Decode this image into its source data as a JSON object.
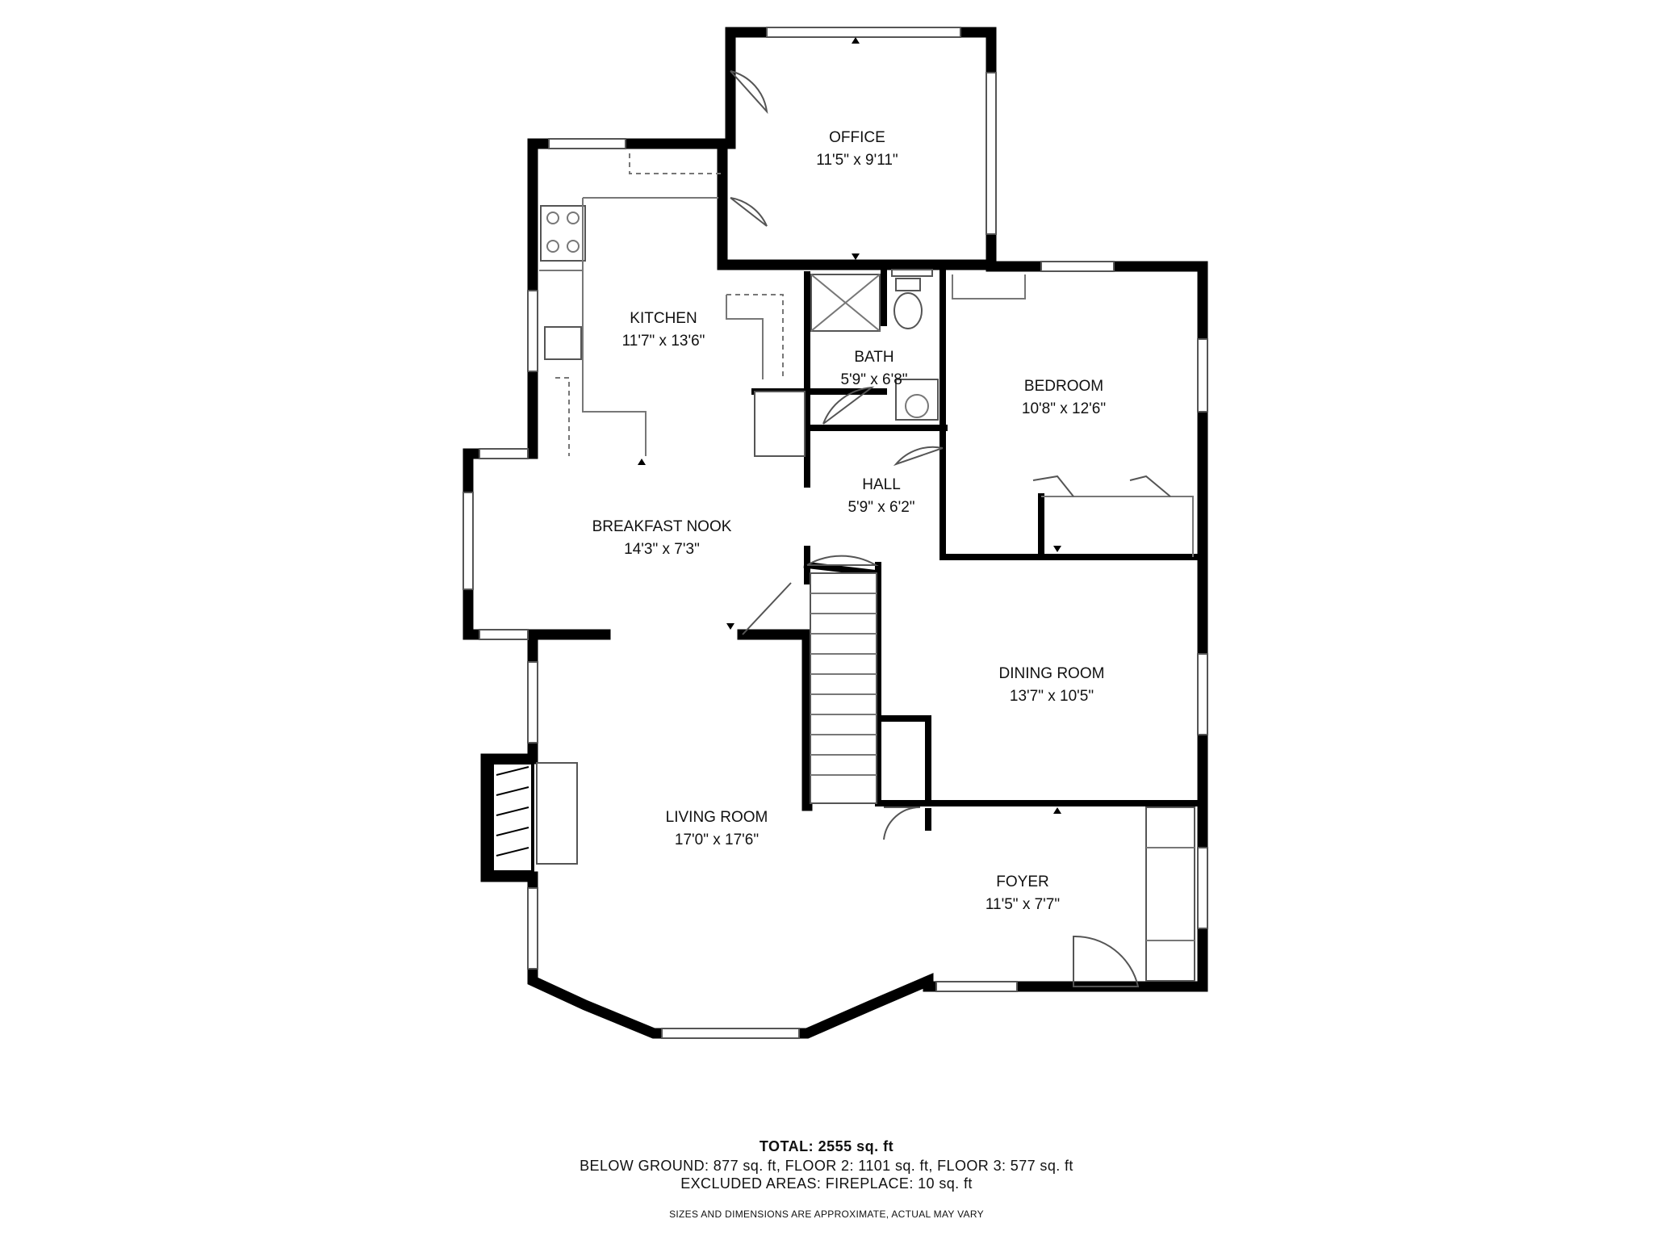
{
  "rooms": {
    "office": {
      "name": "OFFICE",
      "dim": "11'5\" x 9'11\""
    },
    "kitchen": {
      "name": "KITCHEN",
      "dim": "11'7\" x 13'6\""
    },
    "bath": {
      "name": "BATH",
      "dim": "5'9\" x 6'8\""
    },
    "bedroom": {
      "name": "BEDROOM",
      "dim": "10'8\" x 12'6\""
    },
    "hall": {
      "name": "HALL",
      "dim": "5'9\" x 6'2\""
    },
    "breakfast_nook": {
      "name": "BREAKFAST NOOK",
      "dim": "14'3\" x 7'3\""
    },
    "dining_room": {
      "name": "DINING ROOM",
      "dim": "13'7\" x 10'5\""
    },
    "living_room": {
      "name": "LIVING ROOM",
      "dim": "17'0\" x 17'6\""
    },
    "foyer": {
      "name": "FOYER",
      "dim": "11'5\" x 7'7\""
    }
  },
  "footer": {
    "total": "TOTAL: 2555 sq. ft",
    "areas": "BELOW GROUND: 877 sq. ft, FLOOR 2: 1101 sq. ft, FLOOR 3: 577 sq. ft",
    "excluded": "EXCLUDED AREAS: FIREPLACE: 10 sq. ft",
    "disclaimer": "SIZES AND DIMENSIONS ARE APPROXIMATE, ACTUAL MAY VARY"
  }
}
